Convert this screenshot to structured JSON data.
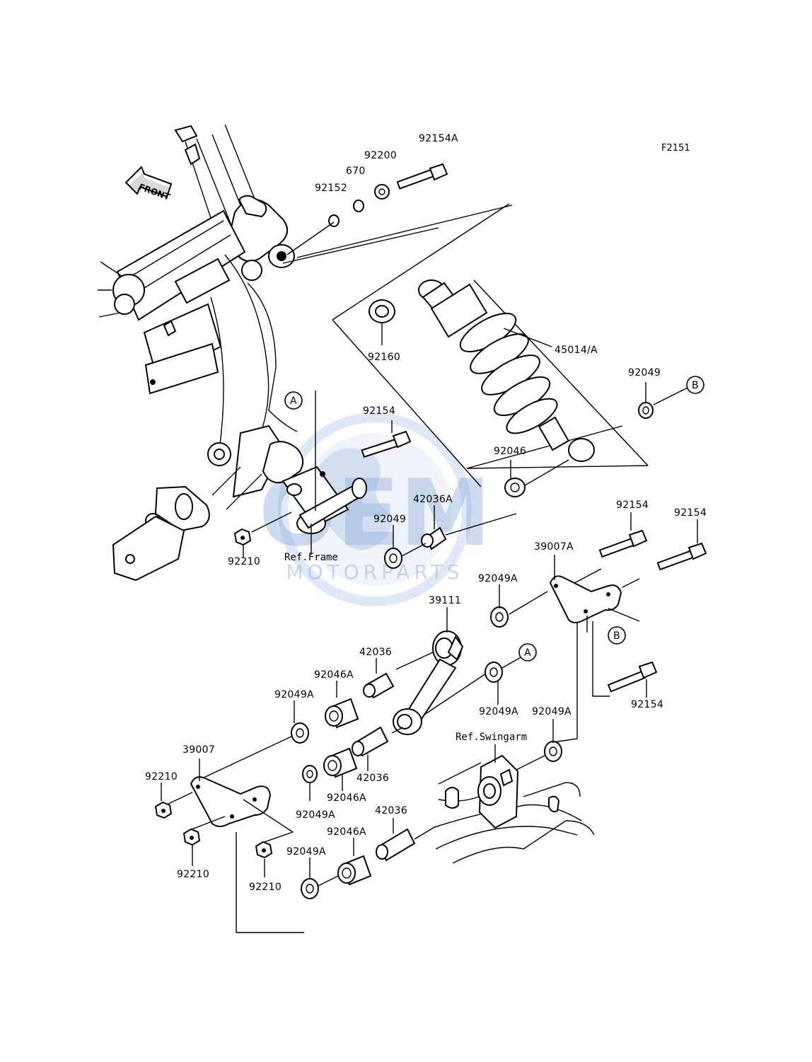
{
  "diagram_code": "F2151",
  "watermark": {
    "main": "OEM",
    "sub": "MOTORPARTS"
  },
  "front_label": "FRONT",
  "refs": {
    "frame": "Ref.Frame",
    "swingarm": "Ref.Swingarm"
  },
  "callouts": {
    "a": "A",
    "b": "B"
  },
  "part_labels": {
    "p92154A": "92154A",
    "p92200": "92200",
    "p670": "670",
    "p92152": "92152",
    "p92160": "92160",
    "p45014A": "45014/A",
    "p92049_top": "92049",
    "p92154_mid": "92154",
    "p92046": "92046",
    "p42036A": "42036A",
    "p92049_mid": "92049",
    "p92210_top": "92210",
    "p92154_right1": "92154",
    "p92154_right2": "92154",
    "p39007A": "39007A",
    "p92049A_upper": "92049A",
    "p39111": "39111",
    "p42036_upper": "42036",
    "p92046A_upper": "92046A",
    "p92049A_left": "92049A",
    "p92049A_midlow": "92049A",
    "p92049A_right": "92049A",
    "p92154_lower": "92154",
    "p39007": "39007",
    "p92210_left": "92210",
    "p42036_mid": "42036",
    "p92046A_mid": "92046A",
    "p92049A_center": "92049A",
    "p92210_mid": "92210",
    "p42036_low": "42036",
    "p92046A_low": "92046A",
    "p92049A_low": "92049A",
    "p92210_low": "92210"
  }
}
